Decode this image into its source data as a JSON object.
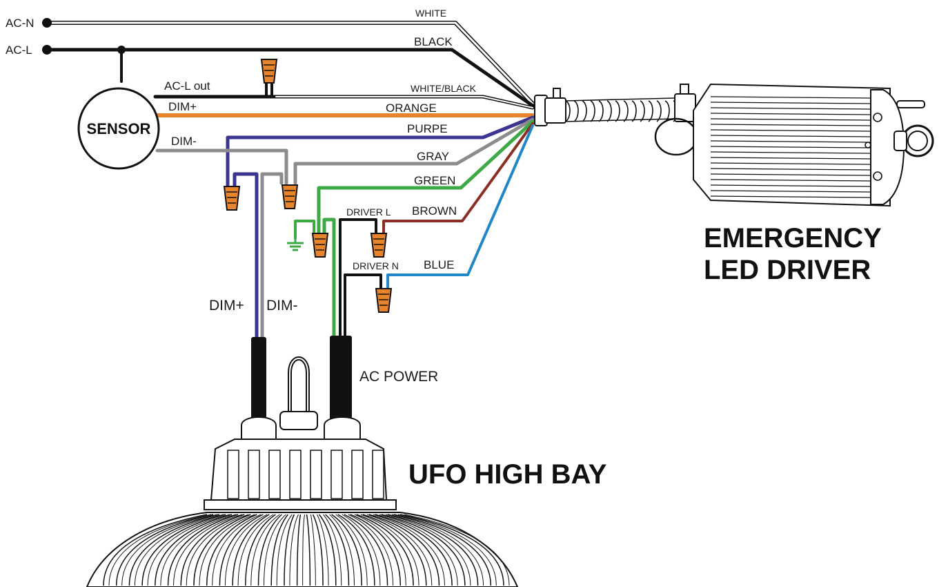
{
  "diagram": {
    "terminals": {
      "ac_n": "AC-N",
      "ac_l": "AC-L"
    },
    "sensor": {
      "label": "SENSOR",
      "ac_l_out": "AC-L out",
      "dim_plus": "DIM+",
      "dim_minus": "DIM-"
    },
    "wires": {
      "white": "WHITE",
      "black": "BLACK",
      "white_black": "WHITE/BLACK",
      "orange": "ORANGE",
      "purple": "PURPE",
      "gray": "GRAY",
      "green": "GREEN",
      "brown": "BROWN",
      "blue": "BLUE"
    },
    "driver_l": "DRIVER L",
    "driver_n": "DRIVER N",
    "fixture_dim_plus": "DIM+",
    "fixture_dim_minus": "DIM-",
    "ac_power": "AC POWER",
    "emergency_line1": "EMERGENCY",
    "emergency_line2": "LED  DRIVER",
    "fixture_title": "UFO HIGH BAY"
  },
  "colors": {
    "orange": "#e8842c",
    "purple": "#3b3592",
    "gray": "#8c8c8c",
    "green": "#3daa45",
    "brown": "#8b2e24",
    "blue": "#1f86c7",
    "black": "#111111"
  }
}
